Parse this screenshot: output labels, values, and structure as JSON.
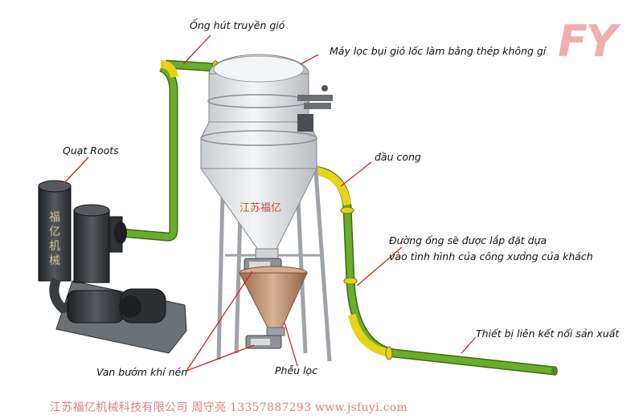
{
  "labels": {
    "suction_pipe": "Ống hút truyền gió",
    "cyclone_filter": "Máy lọc bụi gió lốc làm bằng thép không gỉ",
    "roots_blower": "Quạt Roots",
    "elbow": "đầu cong",
    "pipeline_note_line1": "Đường ống sẽ được lắp đặt dựa",
    "pipeline_note_line2": "vào tình hình của công xưởng của khách",
    "production_link": "Thiết bị liên kết nối sản xuất",
    "butterfly_valve": "Van bướm khí nén",
    "hopper": "Phễu lọc"
  },
  "logo": "FY",
  "watermark_center": "江苏福亿",
  "watermark_vertical": "福亿机械",
  "footer": "江苏福亿机械科技有限公司  周守亮  13357887293  www.jsfuyi.com",
  "colors": {
    "pipe_green": "#6aad2a",
    "joint_yellow": "#e8d21a",
    "steel": "#e6e8ea",
    "hopper_brown": "#b88a6a",
    "blower_dark": "#3a3d40",
    "arrow_red": "#d42020"
  }
}
